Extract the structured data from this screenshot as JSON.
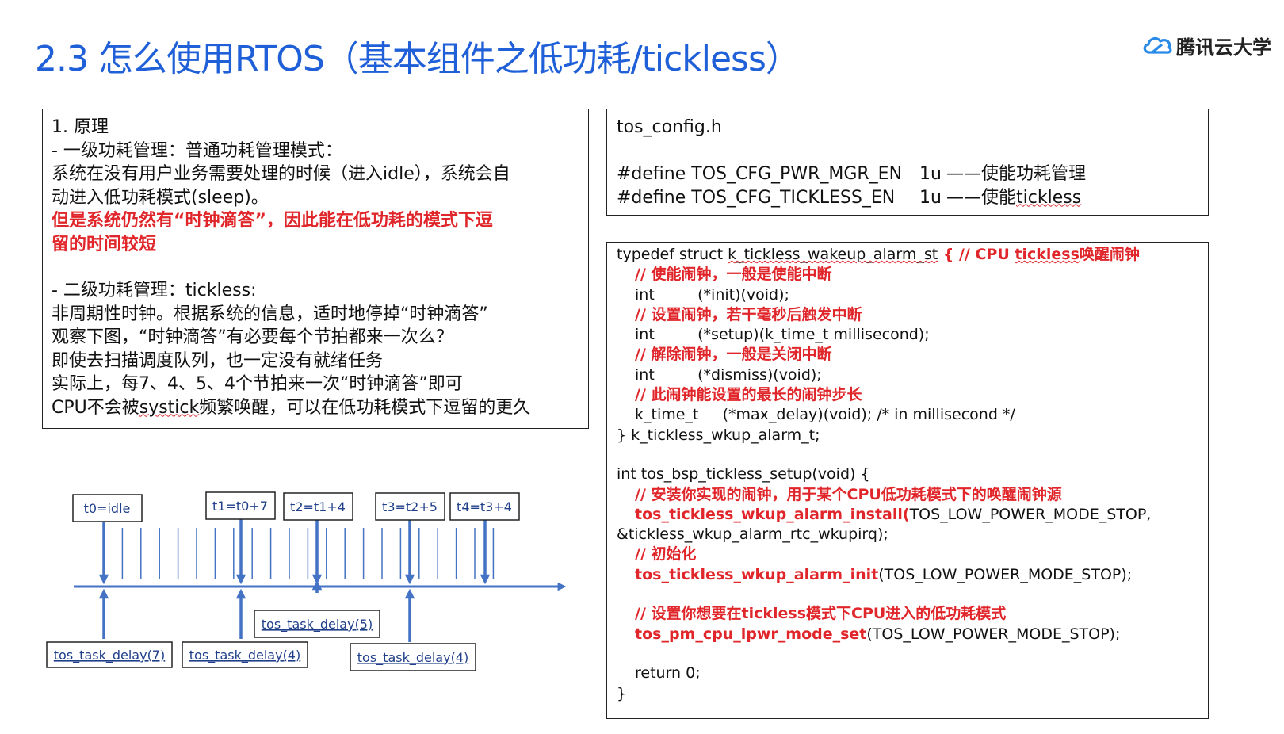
{
  "title": "2.3 怎么使用RTOS（基本组件之低功耗/tickless）",
  "logo": {
    "text": "腾讯云大学",
    "icon": "cloud-icon"
  },
  "principle": {
    "l1": "1. 原理",
    "l2": "- 一级功耗管理：普通功耗管理模式：",
    "l3": "系统在没有用户业务需要处理的时候（进入idle），系统会自",
    "l4": "动进入低功耗模式(sleep)。",
    "l5": "但是系统仍然有“时钟滴答”，因此能在低功耗的模式下逗",
    "l6": "留的时间较短",
    "l7": "- 二级功耗管理：tickless:",
    "l8": "非周期性时钟。根据系统的信息，适时地停掉“时钟滴答”",
    "l9": "观察下图，“时钟滴答”有必要每个节拍都来一次么？",
    "l10": "即使去扫描调度队列，也一定没有就绪任务",
    "l11": "实际上，每7、4、5、4个节拍来一次“时钟滴答”即可",
    "l12a": "CPU不会被",
    "l12b": "systick",
    "l12c": "频繁唤醒，可以在低功耗模式下逗留的更久"
  },
  "config": {
    "file": "tos_config.h",
    "rows": [
      {
        "define": "#define TOS_CFG_PWR_MGR_EN",
        "val": "1u",
        "note": "——使能功耗管理",
        "note_a": "",
        "note_b": ""
      },
      {
        "define": "#define TOS_CFG_TICKLESS_EN",
        "val": "1u",
        "note": "",
        "note_a": "——使能",
        "note_b": "tickless"
      }
    ]
  },
  "code": {
    "l1a": "typedef struct ",
    "l1b": "k_tickless_wakeup_alarm_st",
    "l1c": " { // CPU ",
    "l1d": "tickless",
    "l1e": "唤醒闹钟",
    "l2": "// 使能闹钟，一般是使能中断",
    "l3": "int         (*init)(void);",
    "l4": "// 设置闹钟，若干毫秒后触发中断",
    "l5": "int         (*setup)(k_time_t millisecond);",
    "l6": "// 解除闹钟，一般是关闭中断",
    "l7": "int         (*dismiss)(void);",
    "l8": "// 此闹钟能设置的最长的闹钟步长",
    "l9": "k_time_t     (*max_delay)(void); /* in millisecond */",
    "l10": "} k_tickless_wkup_alarm_t;",
    "l11": "int tos_bsp_tickless_setup(void) {",
    "l12": "// 安装你实现的闹钟，用于某个CPU低功耗模式下的唤醒闹钟源",
    "l13a": "tos_tickless_wkup_alarm_install(",
    "l13b": "TOS_LOW_POWER_MODE_STOP,",
    "l14": "&tickless_wkup_alarm_rtc_wkupirq);",
    "l15": "// 初始化",
    "l16a": "tos_tickless_wkup_alarm_init",
    "l16b": "(TOS_LOW_POWER_MODE_STOP);",
    "l17": "// 设置你想要在tickless模式下CPU进入的低功耗模式",
    "l18a": "tos_pm_cpu_lpwr_mode_set",
    "l18b": "(TOS_LOW_POWER_MODE_STOP);",
    "l19": "return 0;",
    "l20": "}"
  },
  "diagram": {
    "top_labels": [
      "t0=idle",
      "t1=t0+7",
      "t2=t1+4",
      "t3=t2+5",
      "t4=t3+4"
    ],
    "bottom_labels": [
      "tos_task_delay(7)",
      "tos_task_delay(4)",
      "tos_task_delay(5)",
      "tos_task_delay(4)"
    ],
    "colors": {
      "line": "#4472c4",
      "box_border": "#222222"
    }
  }
}
